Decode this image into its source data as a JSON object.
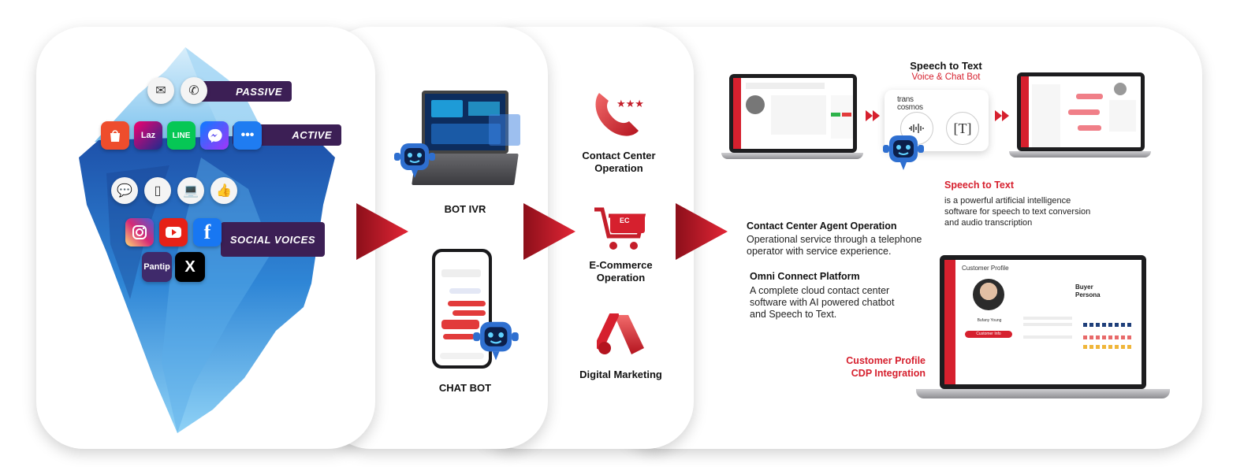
{
  "iceberg": {
    "tags": {
      "passive": "PASSIVE",
      "active": "ACTIVE",
      "social": "SOCIAL VOICES"
    },
    "apps": {
      "laz": "Laz",
      "line": "LINE",
      "pantip": "Pantip",
      "x": "X",
      "facebook": "f"
    }
  },
  "bots": {
    "bot_ivr": "BOT IVR",
    "chat_bot": "CHAT BOT"
  },
  "services": {
    "contact_center": "Contact Center Operation",
    "ecommerce": "E-Commerce Operation",
    "ecommerce_badge": "EC",
    "digital_marketing": "Digital Marketing"
  },
  "speech_to_text": {
    "title": "Speech to Text",
    "subtitle": "Voice & Chat Bot",
    "brand": "trans cosmos",
    "heading": "Speech to Text",
    "description": "is a powerful artificial intelligence software for speech to text conversion and audio transcription"
  },
  "agent_operation": {
    "title": "Contact Center Agent Operation",
    "description": "Operational service through a telephone operator with service experience."
  },
  "omni": {
    "title": "Omni Connect Platform",
    "description": "A complete cloud contact center software with AI powered chatbot and Speech to Text."
  },
  "customer_profile": {
    "caption_line1": "Customer Profile",
    "caption_line2": "CDP Integration",
    "screen_title": "Customer Profile",
    "persona": "Buyer Persona",
    "person_name": "Bufany Young",
    "button": "Customer Info"
  },
  "colors": {
    "accent": "#d6202e",
    "navy": "#3c1f55"
  }
}
